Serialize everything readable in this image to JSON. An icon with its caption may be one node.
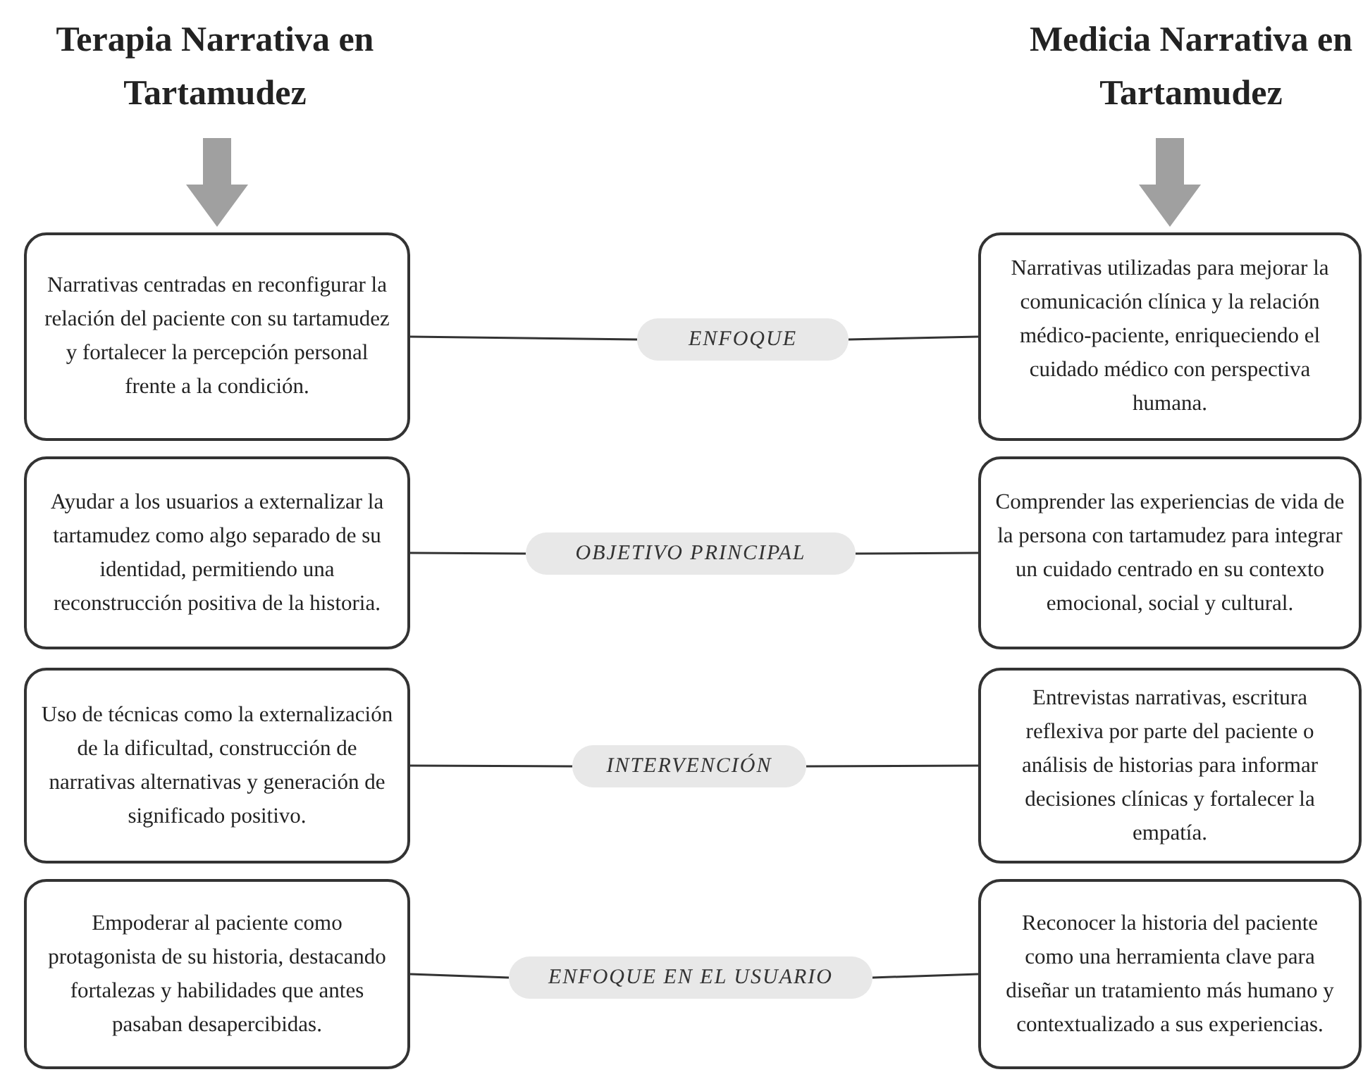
{
  "diagram": {
    "nodes": [
      {
        "text": [
          "Terapia Narrativa en Tartamudez"
        ]
      },
      {
        "text": [
          "Medicia Narrativa en Tartamudez"
        ]
      },
      {
        "text": [
          "Narrativas centradas en reconfigurar la relación del paciente con su tartamudez y fortalecer la percepción personal frente a la condición."
        ]
      },
      {
        "text": [
          "ENFOQUE"
        ]
      },
      {
        "text": [
          "Narrativas utilizadas para mejorar la comunicación clínica y la relación médico-paciente, enriqueciendo el cuidado médico con perspectiva humana."
        ]
      },
      {
        "text": [
          "Ayudar a los usuarios a externalizar la tartamudez como algo separado de su identidad, permitiendo una reconstrucción positiva de la historia."
        ]
      },
      {
        "text": [
          "OBJETIVO PRINCIPAL"
        ]
      },
      {
        "text": [
          "Comprender las experiencias de vida de la persona con tartamudez para integrar un cuidado centrado en su contexto emocional, social y cultural."
        ]
      },
      {
        "text": [
          "Uso de técnicas como la externalización de la dificultad, construcción de narrativas alternativas y generación de significado positivo."
        ]
      },
      {
        "text": [
          "INTERVENCIÓN"
        ]
      },
      {
        "text": [
          "Entrevistas narrativas, escritura reflexiva por parte del paciente o análisis de historias para informar decisiones clínicas y fortalecer la empatía."
        ]
      },
      {
        "text": [
          "Empoderar al paciente como protagonista de su historia, destacando fortalezas y habilidades que antes pasaban desapercibidas."
        ]
      },
      {
        "text": [
          "ENFOQUE EN EL USUARIO"
        ]
      },
      {
        "text": [
          "Reconocer la historia del paciente como una herramienta clave para diseñar un tratamiento más humano y contextualizado a sus experiencias."
        ]
      }
    ],
    "edges": [
      {
        "from": 0,
        "to": 2,
        "arrow": "to",
        "style": "thick",
        "color": "#a0a0a0"
      },
      {
        "from": 1,
        "to": 4,
        "arrow": "to",
        "style": "thick",
        "color": "#a0a0a0"
      },
      {
        "from": 2,
        "to": 3,
        "arrow": "none"
      },
      {
        "from": 3,
        "to": 4,
        "arrow": "none"
      },
      {
        "from": 5,
        "to": 6,
        "arrow": "none"
      },
      {
        "from": 6,
        "to": 7,
        "arrow": "none"
      },
      {
        "from": 8,
        "to": 9,
        "arrow": "none"
      },
      {
        "from": 9,
        "to": 10,
        "arrow": "none"
      },
      {
        "from": 11,
        "to": 12,
        "arrow": "none"
      },
      {
        "from": 12,
        "to": 13,
        "arrow": "none"
      }
    ]
  }
}
